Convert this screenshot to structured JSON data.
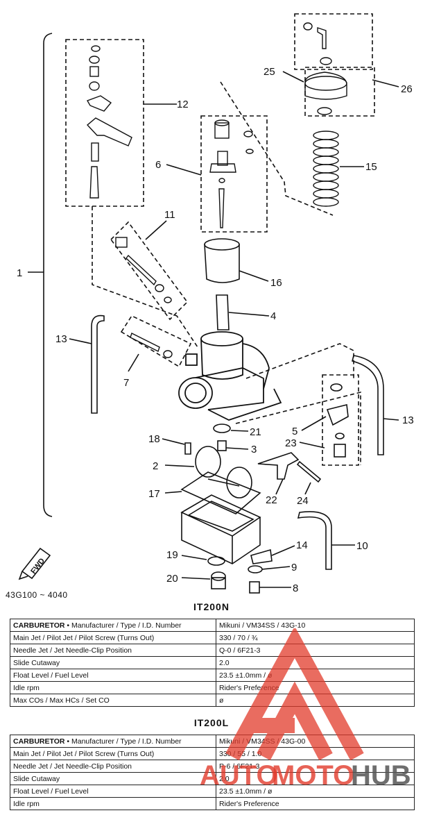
{
  "diagram": {
    "callouts": [
      "1",
      "2",
      "3",
      "4",
      "5",
      "6",
      "7",
      "8",
      "9",
      "10",
      "11",
      "12",
      "13",
      "13",
      "14",
      "15",
      "16",
      "17",
      "18",
      "19",
      "20",
      "21",
      "22",
      "23",
      "24",
      "25",
      "26"
    ],
    "fwd_label": "FWD",
    "part_code": "43G100 ~ 4040"
  },
  "tables": [
    {
      "title": "IT200N",
      "rows": [
        {
          "label_bold": "CARBURETOR",
          "label_rest": " • Manufacturer / Type / I.D. Number",
          "value": "Mikuni / VM34SS / 43G-10"
        },
        {
          "label_bold": "",
          "label_rest": "Main Jet / Pilot Jet / Pilot Screw (Turns Out)",
          "value": "330 / 70 / ¾"
        },
        {
          "label_bold": "",
          "label_rest": "Needle Jet / Jet Needle-Clip Position",
          "value": "Q-0 / 6F21-3"
        },
        {
          "label_bold": "",
          "label_rest": "Slide Cutaway",
          "value": "2.0"
        },
        {
          "label_bold": "",
          "label_rest": "Float Level / Fuel Level",
          "value": "23.5 ±1.0mm / ø"
        },
        {
          "label_bold": "",
          "label_rest": "Idle rpm",
          "value": "Rider's Preference"
        },
        {
          "label_bold": "",
          "label_rest": "Max COs / Max HCs / Set CO",
          "value": "ø"
        }
      ]
    },
    {
      "title": "IT200L",
      "rows": [
        {
          "label_bold": "CARBURETOR",
          "label_rest": " • Manufacturer / Type / I.D. Number",
          "value": "Mikuni / VM34SS / 43G-00"
        },
        {
          "label_bold": "",
          "label_rest": "Main Jet / Pilot Jet / Pilot Screw (Turns Out)",
          "value": "330 / 55 / 1.0"
        },
        {
          "label_bold": "",
          "label_rest": "Needle Jet / Jet Needle-Clip Position",
          "value": "P-6 / 6F21-3"
        },
        {
          "label_bold": "",
          "label_rest": "Slide Cutaway",
          "value": "2.0"
        },
        {
          "label_bold": "",
          "label_rest": "Float Level / Fuel Level",
          "value": "23.5 ±1.0mm / ø"
        },
        {
          "label_bold": "",
          "label_rest": "Idle rpm",
          "value": "Rider's Preference"
        }
      ]
    }
  ],
  "watermark": {
    "text_auto": "AUTO",
    "text_moto": "MOTO",
    "text_hub": "HUB",
    "color_red": "#e23b2c",
    "color_dark": "#555555"
  }
}
